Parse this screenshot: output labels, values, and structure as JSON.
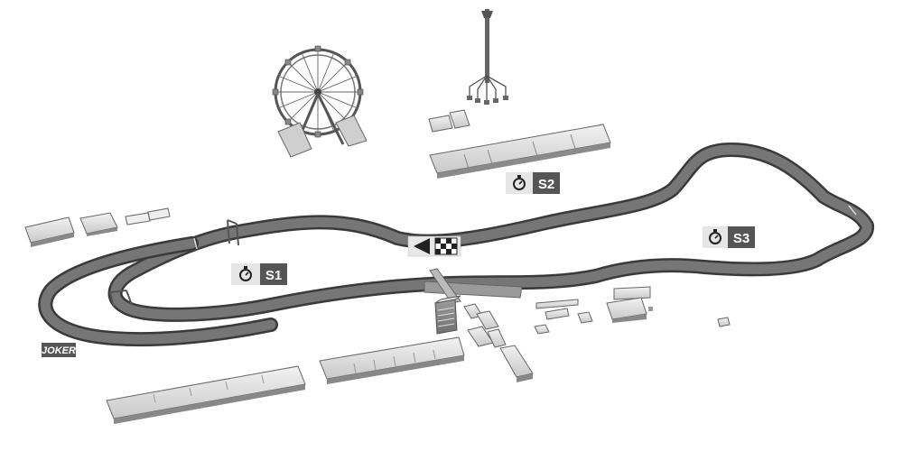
{
  "map": {
    "sectors": [
      {
        "id": "s1",
        "label": "S1",
        "icon": "stopwatch-icon"
      },
      {
        "id": "s2",
        "label": "S2",
        "icon": "stopwatch-icon"
      },
      {
        "id": "s3",
        "label": "S3",
        "icon": "stopwatch-icon"
      }
    ],
    "joker_label": "JOKER",
    "start_finish_icon": "checkered-flag-icon",
    "colors": {
      "track": "#6e6e6e",
      "track_edge": "#3a3a3a",
      "label_dark": "#555555",
      "label_light": "#e6e6e6",
      "building": "#d9d9d9"
    }
  }
}
